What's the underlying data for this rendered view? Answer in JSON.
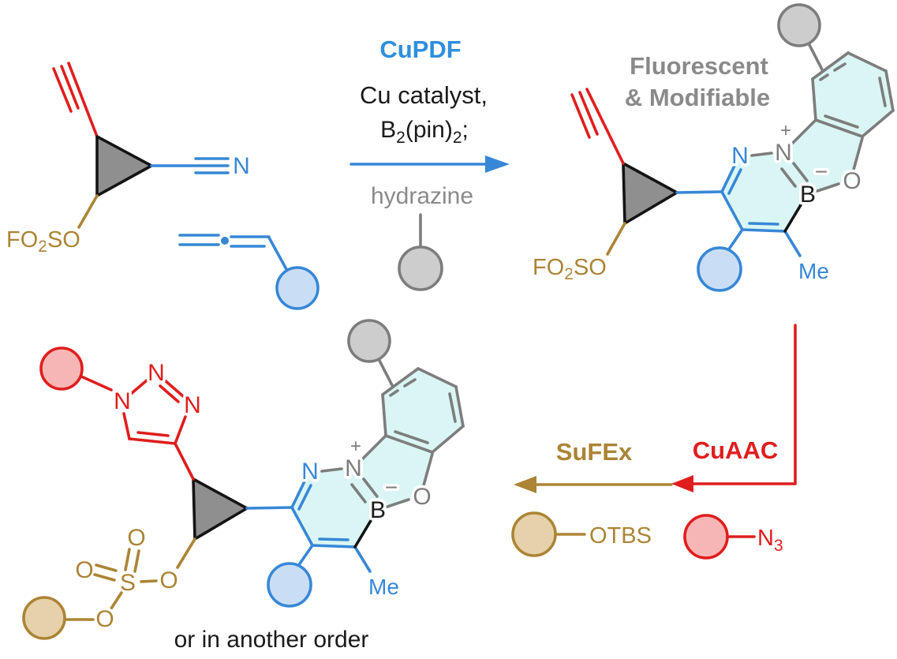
{
  "colors": {
    "blue": "#3787d6",
    "cupdf_blue": "#2e8fdd",
    "red": "#e01d1d",
    "gray_text": "#8a8a8a",
    "gray_bond": "#7d7d7d",
    "gold": "#ab8435",
    "black": "#1a1a1a",
    "ring_fill": "#d9f6f4",
    "blue_circle_fill": "#c9def5",
    "gray_circle_fill": "#cdcdcd",
    "red_circle_fill": "#f7b6b6",
    "gold_circle_fill": "#e6d1aa",
    "cyclopropane_fill": "#8f8f8f"
  },
  "step1": {
    "name": "CuPDF",
    "condition_line1": "Cu catalyst,",
    "condition_line2": {
      "b": "B",
      "sub1": "2",
      "pin": "(pin)",
      "sub2": "2",
      "end": ";"
    },
    "below_arrow": "hydrazine"
  },
  "product_caption": {
    "line1": "Fluorescent",
    "line2": "& Modifiable"
  },
  "step2": {
    "sufex_label": "SuFEx",
    "cuaac_label": "CuAAC"
  },
  "reagents": {
    "silyl_ether": "OTBS",
    "azide": {
      "n": "N",
      "sub": "3"
    }
  },
  "footnote": "or in another order",
  "atoms": {
    "n": "N",
    "b": "B",
    "o": "O",
    "s": "S",
    "me": "Me",
    "plus": "+",
    "minus": "−",
    "fo2so": {
      "fo": "FO",
      "sub": "2",
      "so": "SO"
    }
  }
}
